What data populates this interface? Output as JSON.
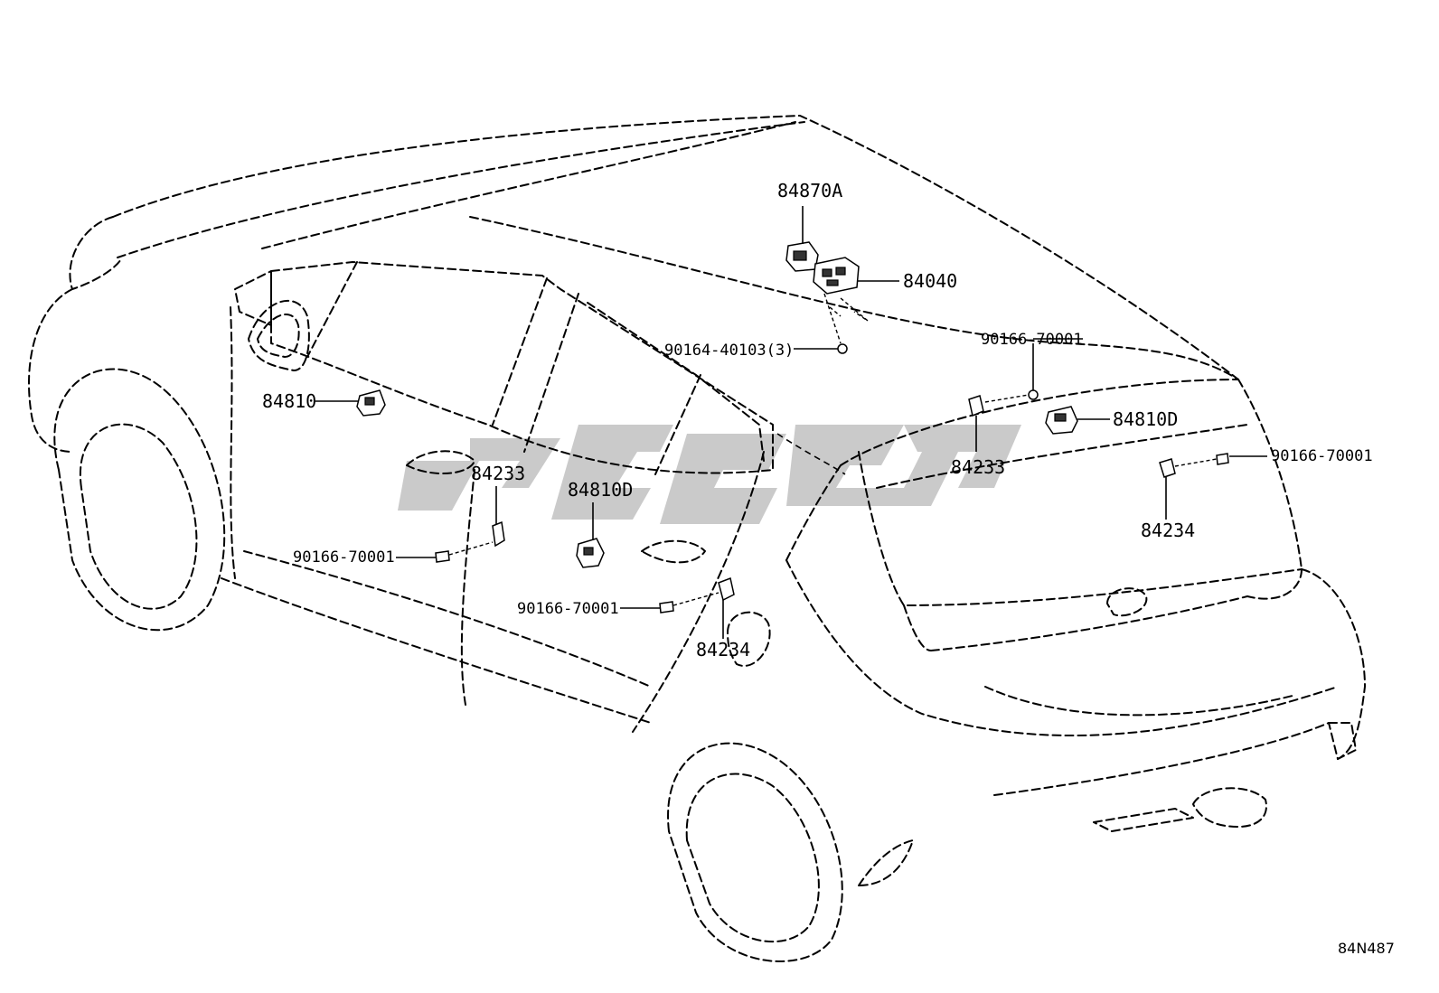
{
  "callouts": {
    "p84870A": "84870A",
    "p84040": "84040",
    "p90164": "90164-40103(3)",
    "p90166_top_right": "90166-70001",
    "p84810D_right": "84810D",
    "p90166_far_right": "90166-70001",
    "p84234_right": "84234",
    "p84233_right": "84233",
    "p84810_left": "84810",
    "p84233_left": "84233",
    "p84810D_center": "84810D",
    "p90166_left": "90166-70001",
    "p90166_center": "90166-70001",
    "p84234_center": "84234"
  },
  "figure_code": "84N487"
}
